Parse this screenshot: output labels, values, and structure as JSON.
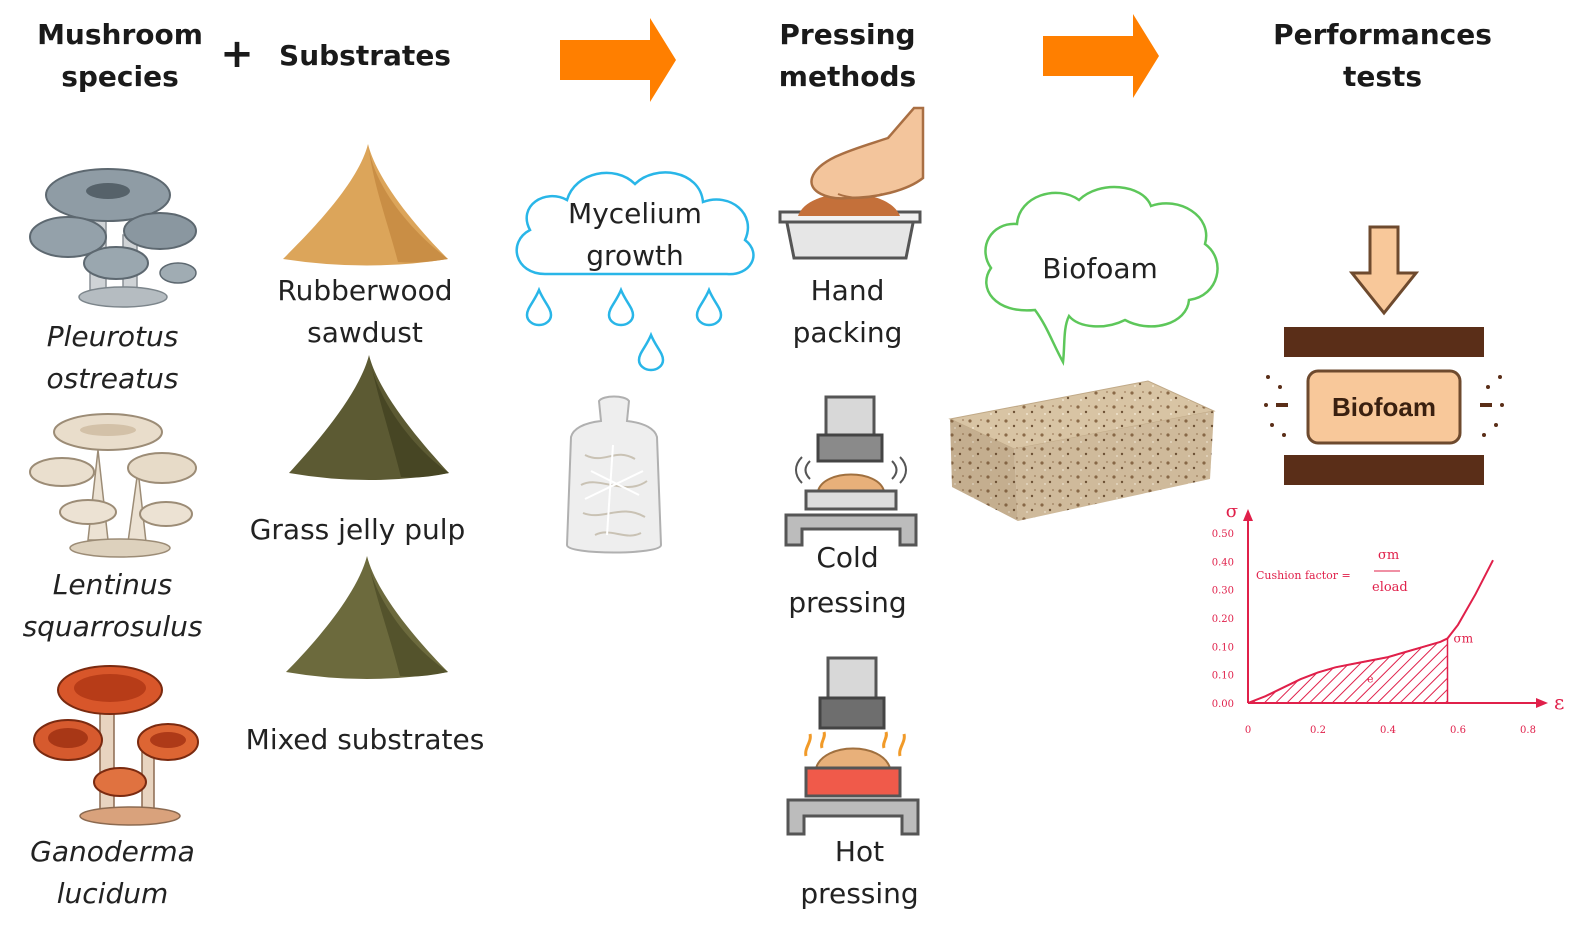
{
  "headers": {
    "mushroom": [
      "Mushroom",
      "species"
    ],
    "plus": "+",
    "substrates": "Substrates",
    "pressing": [
      "Pressing",
      "methods"
    ],
    "performance": [
      "Performances",
      "tests"
    ]
  },
  "mushrooms": [
    {
      "name": [
        "Pleurotus",
        "ostreatus"
      ],
      "icon": "oyster-mushroom-icon"
    },
    {
      "name": [
        "Lentinus",
        "squarrosulus"
      ],
      "icon": "lentinus-mushroom-icon"
    },
    {
      "name": [
        "Ganoderma",
        "lucidum"
      ],
      "icon": "reishi-mushroom-icon"
    }
  ],
  "substrates": [
    {
      "name": [
        "Rubberwood",
        "sawdust"
      ],
      "color": "#d9a35a"
    },
    {
      "name": [
        "Grass jelly pulp"
      ],
      "color": "#5b5a34"
    },
    {
      "name": [
        "Mixed substrates"
      ],
      "color": "#6b6a3c"
    }
  ],
  "growth": {
    "cloud": [
      "Mycelium",
      "growth"
    ],
    "cloud_color": "#29b6e8",
    "bag_icon": "grow-bag-icon"
  },
  "pressing": [
    {
      "name": [
        "Hand",
        "packing"
      ],
      "icon": "hand-packing-icon"
    },
    {
      "name": [
        "Cold",
        "pressing"
      ],
      "icon": "cold-press-icon"
    },
    {
      "name": [
        "Hot",
        "pressing"
      ],
      "icon": "hot-press-icon"
    }
  ],
  "biofoam": {
    "bubble": "Biofoam",
    "bubble_color": "#5dc75a",
    "block_icon": "biofoam-block-icon"
  },
  "test": {
    "sample_label": "Biofoam",
    "arrow_color": "#f8c89a",
    "plate_color": "#5a2e18"
  },
  "arrows": {
    "color": "#ff7f00"
  },
  "chart_data": {
    "type": "line",
    "title": "",
    "ylabel": "σ",
    "xlabel": "ε",
    "xlim": [
      0,
      0.8
    ],
    "x_ticks": [
      "0",
      "0.2",
      "0.4",
      "0.6",
      "0.8"
    ],
    "ylim": [
      0,
      0.5
    ],
    "y_ticks": [
      "0.00",
      "0.10",
      "0.10",
      "0.20",
      "0.30",
      "0.40",
      "0.50"
    ],
    "formula_label": "Cushion factor =",
    "formula_num": "σm",
    "formula_den": "eload",
    "point_label": "σm",
    "area_label": "e",
    "color": "#e0204a",
    "curve": {
      "x": [
        0,
        0.05,
        0.1,
        0.15,
        0.2,
        0.25,
        0.3,
        0.35,
        0.4,
        0.45,
        0.5,
        0.55,
        0.57,
        0.6,
        0.65,
        0.7
      ],
      "y": [
        0,
        0.02,
        0.045,
        0.07,
        0.09,
        0.105,
        0.115,
        0.125,
        0.135,
        0.15,
        0.165,
        0.18,
        0.19,
        0.23,
        0.32,
        0.42
      ]
    },
    "shaded_until_x": 0.57
  }
}
